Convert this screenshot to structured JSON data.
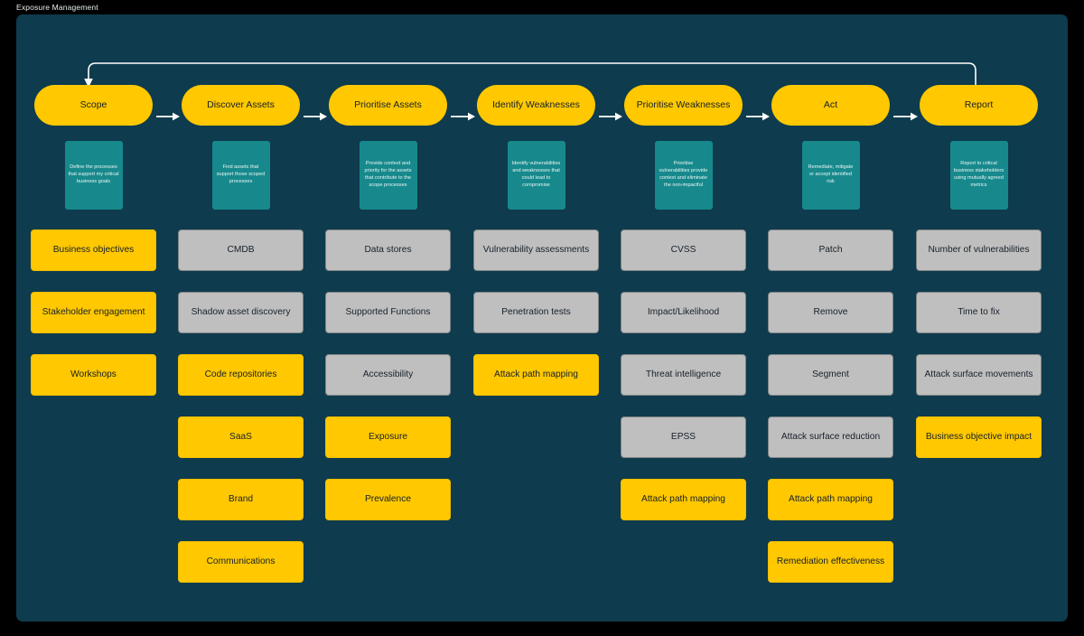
{
  "app": {
    "title": "Exposure Management"
  },
  "colors": {
    "background": "#000000",
    "canvas": "#0e3b4d",
    "accent_yellow": "#ffc800",
    "teal": "#17898c",
    "grey": "#bfbfbf",
    "grey_border": "#7f8486",
    "arrow": "#ffffff"
  },
  "flow": {
    "loop_label": "report-to-scope-feedback-loop",
    "stages": [
      {
        "id": "scope",
        "label": "Scope",
        "description": "Define the processes that support my critical business goals",
        "items": [
          {
            "label": "Business objectives",
            "style": "yellow"
          },
          {
            "label": "Stakeholder engagement",
            "style": "yellow"
          },
          {
            "label": "Workshops",
            "style": "yellow"
          }
        ]
      },
      {
        "id": "discover-assets",
        "label": "Discover Assets",
        "description": "Find assets that support those scoped processes",
        "items": [
          {
            "label": "CMDB",
            "style": "grey"
          },
          {
            "label": "Shadow asset discovery",
            "style": "grey"
          },
          {
            "label": "Code repositories",
            "style": "yellow"
          },
          {
            "label": "SaaS",
            "style": "yellow"
          },
          {
            "label": "Brand",
            "style": "yellow"
          },
          {
            "label": "Communications",
            "style": "yellow"
          }
        ]
      },
      {
        "id": "prioritise-assets",
        "label": "Prioritise Assets",
        "description": "Provide context and priority for the assets that contribute to the scope processes",
        "items": [
          {
            "label": "Data stores",
            "style": "grey"
          },
          {
            "label": "Supported Functions",
            "style": "grey"
          },
          {
            "label": "Accessibility",
            "style": "grey"
          },
          {
            "label": "Exposure",
            "style": "yellow"
          },
          {
            "label": "Prevalence",
            "style": "yellow"
          }
        ]
      },
      {
        "id": "identify-weaknesses",
        "label": "Identify Weaknesses",
        "description": "Identify vulnerabilities and weaknesses that could lead to compromise",
        "items": [
          {
            "label": "Vulnerability assessments",
            "style": "grey"
          },
          {
            "label": "Penetration tests",
            "style": "grey"
          },
          {
            "label": "Attack path mapping",
            "style": "yellow"
          }
        ]
      },
      {
        "id": "prioritise-weaknesses",
        "label": "Prioritise Weaknesses",
        "description": "Prioritise vulnerabilities provide context and eliminate the non-impactful",
        "items": [
          {
            "label": "CVSS",
            "style": "grey"
          },
          {
            "label": "Impact/Likelihood",
            "style": "grey"
          },
          {
            "label": "Threat intelligence",
            "style": "grey"
          },
          {
            "label": "EPSS",
            "style": "grey"
          },
          {
            "label": "Attack path mapping",
            "style": "yellow"
          }
        ]
      },
      {
        "id": "act",
        "label": "Act",
        "description": "Remediate, mitigate or accept identified risk",
        "items": [
          {
            "label": "Patch",
            "style": "grey"
          },
          {
            "label": "Remove",
            "style": "grey"
          },
          {
            "label": "Segment",
            "style": "grey"
          },
          {
            "label": "Attack surface reduction",
            "style": "grey"
          },
          {
            "label": "Attack path mapping",
            "style": "yellow"
          },
          {
            "label": "Remediation effectiveness",
            "style": "yellow"
          }
        ]
      },
      {
        "id": "report",
        "label": "Report",
        "description": "Report to critical business stakeholders using mutually agreed metrics",
        "items": [
          {
            "label": "Number of vulnerabilities",
            "style": "grey"
          },
          {
            "label": "Time to fix",
            "style": "grey"
          },
          {
            "label": "Attack surface movements",
            "style": "grey"
          },
          {
            "label": "Business objective impact",
            "style": "yellow"
          }
        ]
      }
    ]
  }
}
